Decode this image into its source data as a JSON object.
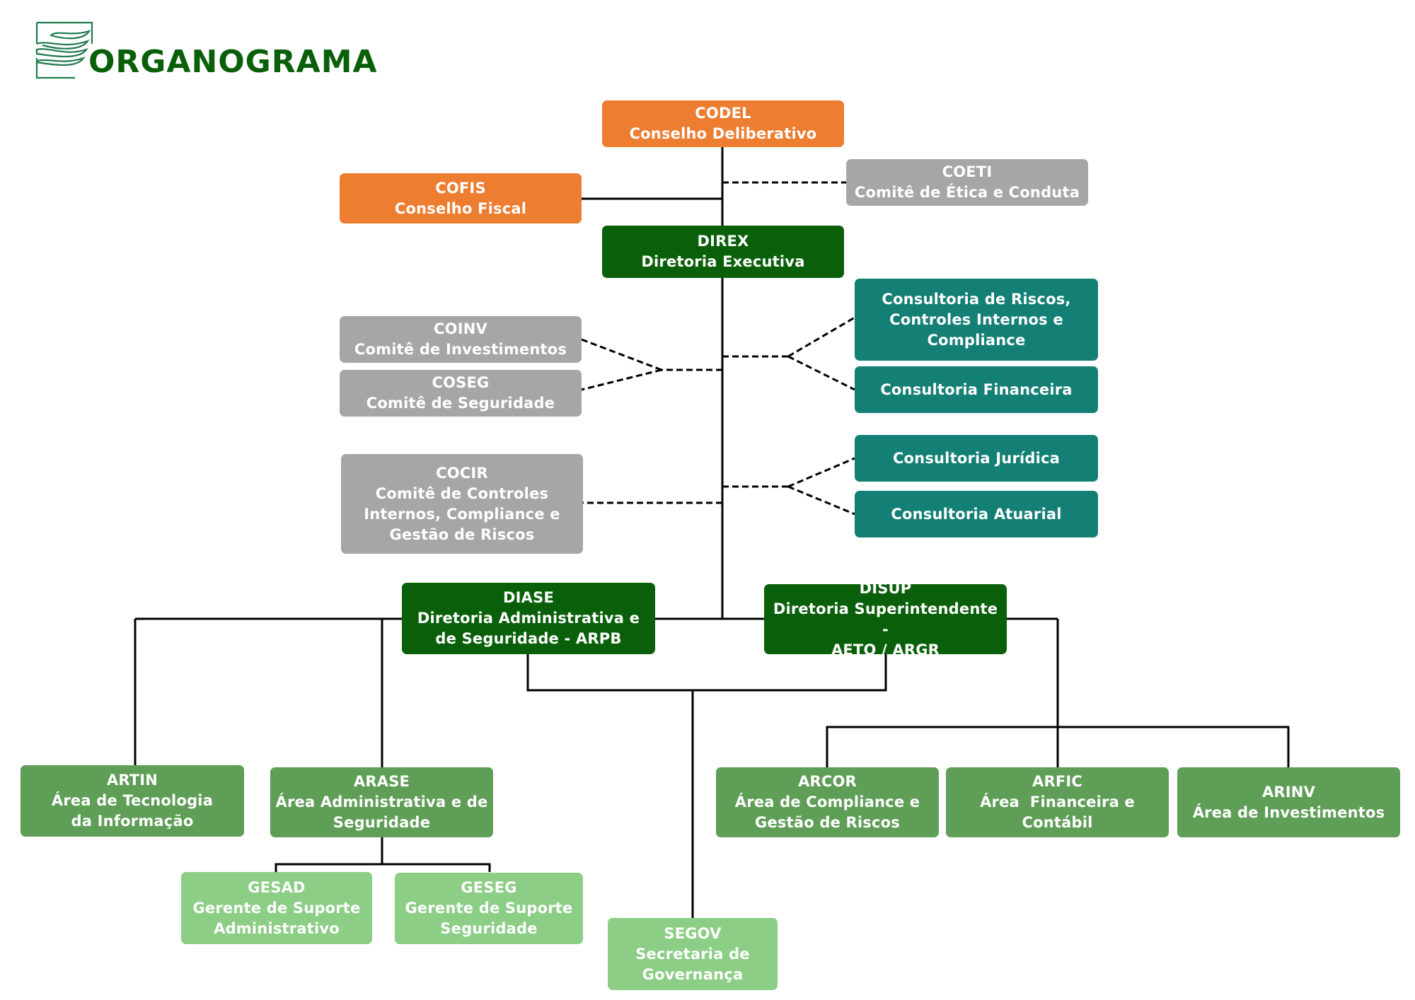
{
  "header": {
    "title": "ORGANOGRAMA",
    "logo_icon": "wave-flag-logo-icon"
  },
  "colors": {
    "council": "#ED7D31",
    "committee": "#A6A6A6",
    "directorate": "#0A600A",
    "consultancy": "#148075",
    "area": "#5F9E57",
    "unit": "#8CCE86",
    "title": "#0A600A"
  },
  "nodes": {
    "codel": {
      "code": "CODEL",
      "name": "Conselho Deliberativo"
    },
    "cofis": {
      "code": "COFIS",
      "name": "Conselho Fiscal"
    },
    "coeti": {
      "code": "COETI",
      "name": "Comitê de Ética e Conduta"
    },
    "direx": {
      "code": "DIREX",
      "name": "Diretoria Executiva"
    },
    "coinv": {
      "code": "COINV",
      "name": "Comitê de Investimentos"
    },
    "coseg": {
      "code": "COSEG",
      "name": "Comitê de Seguridade"
    },
    "cocir": {
      "code": "COCIR",
      "name_lines": [
        "Comitê de Controles",
        "Internos, Compliance e",
        "Gestão de Riscos"
      ]
    },
    "crci": {
      "name_lines": [
        "Consultoria de Riscos,",
        "Controles Internos e",
        "Compliance"
      ]
    },
    "cfin": {
      "name": "Consultoria Financeira"
    },
    "cjur": {
      "name": "Consultoria Jurídica"
    },
    "catu": {
      "name": "Consultoria Atuarial"
    },
    "diase": {
      "code": "DIASE",
      "name_lines": [
        "Diretoria Administrativa e",
        "de Seguridade - ARPB"
      ]
    },
    "disup": {
      "code": "DISUP",
      "name_lines": [
        "Diretoria Superintendente -",
        "AETQ / ARGR"
      ]
    },
    "artin": {
      "code": "ARTIN",
      "name_lines": [
        "Área de Tecnologia",
        "da Informação"
      ]
    },
    "arase": {
      "code": "ARASE",
      "name_lines": [
        "Área Administrativa e de",
        "Seguridade"
      ]
    },
    "gesad": {
      "code": "GESAD",
      "name_lines": [
        "Gerente de Suporte",
        "Administrativo"
      ]
    },
    "geseg": {
      "code": "GESEG",
      "name_lines": [
        "Gerente de Suporte",
        "Seguridade"
      ]
    },
    "segov": {
      "code": "SEGOV",
      "name_lines": [
        "Secretaria de",
        "Governança"
      ]
    },
    "arcor": {
      "code": "ARCOR",
      "name_lines": [
        "Área de Compliance e",
        "Gestão de Riscos"
      ]
    },
    "arfic": {
      "code": "ARFIC",
      "name_lines": [
        "Área  Financeira e",
        "Contábil"
      ]
    },
    "arinv": {
      "code": "ARINV",
      "name": "Área de Investimentos"
    }
  },
  "edges": [
    {
      "from": "CODEL",
      "to": "DIREX",
      "style": "solid"
    },
    {
      "from": "CODEL",
      "to": "COFIS",
      "style": "solid"
    },
    {
      "from": "CODEL",
      "to": "COETI",
      "style": "dashed"
    },
    {
      "from": "DIREX",
      "to": "COINV",
      "style": "dashed"
    },
    {
      "from": "DIREX",
      "to": "COSEG",
      "style": "dashed"
    },
    {
      "from": "DIREX",
      "to": "COCIR",
      "style": "dashed"
    },
    {
      "from": "DIREX",
      "to": "Consultoria de Riscos, Controles Internos e Compliance",
      "style": "dashed"
    },
    {
      "from": "DIREX",
      "to": "Consultoria Financeira",
      "style": "dashed"
    },
    {
      "from": "DIREX",
      "to": "Consultoria Jurídica",
      "style": "dashed"
    },
    {
      "from": "DIREX",
      "to": "Consultoria Atuarial",
      "style": "dashed"
    },
    {
      "from": "DIREX",
      "to": "DIASE",
      "style": "solid"
    },
    {
      "from": "DIREX",
      "to": "DISUP",
      "style": "solid"
    },
    {
      "from": "DIASE",
      "to": "ARTIN",
      "style": "solid"
    },
    {
      "from": "DIASE",
      "to": "ARASE",
      "style": "solid"
    },
    {
      "from": "ARASE",
      "to": "GESAD",
      "style": "solid"
    },
    {
      "from": "ARASE",
      "to": "GESEG",
      "style": "solid"
    },
    {
      "from": "DIASE/DISUP",
      "to": "SEGOV",
      "style": "solid"
    },
    {
      "from": "DISUP",
      "to": "ARCOR",
      "style": "solid"
    },
    {
      "from": "DISUP",
      "to": "ARFIC",
      "style": "solid"
    },
    {
      "from": "DISUP",
      "to": "ARINV",
      "style": "solid"
    }
  ]
}
